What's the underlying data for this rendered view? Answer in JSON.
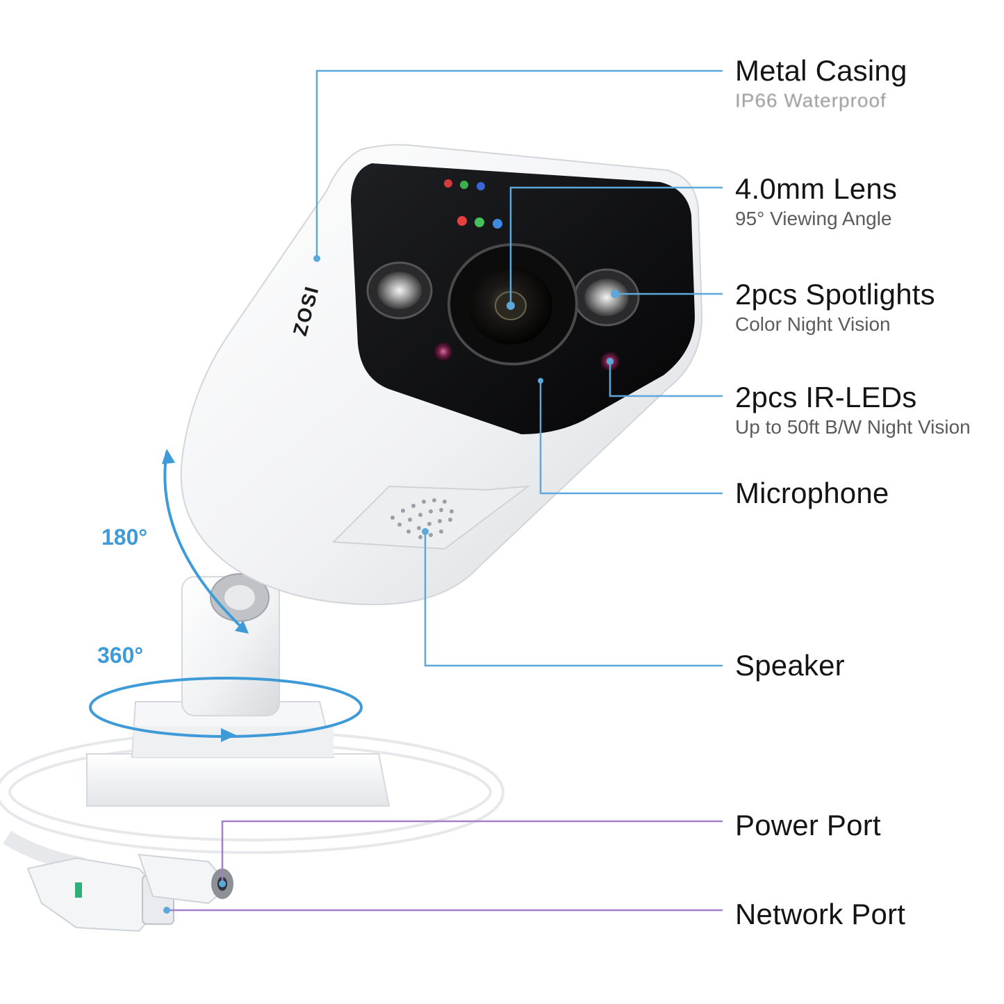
{
  "features": [
    {
      "id": "metal-casing",
      "title": "Metal Casing",
      "subtitle": "IP66 Waterproof"
    },
    {
      "id": "lens",
      "title": "4.0mm Lens",
      "subtitle": "95° Viewing Angle"
    },
    {
      "id": "spotlights",
      "title": "2pcs Spotlights",
      "subtitle": "Color Night Vision"
    },
    {
      "id": "ir-leds",
      "title": "2pcs IR-LEDs",
      "subtitle": "Up to 50ft B/W Night Vision"
    },
    {
      "id": "microphone",
      "title": "Microphone",
      "subtitle": ""
    },
    {
      "id": "speaker",
      "title": "Speaker",
      "subtitle": ""
    },
    {
      "id": "power-port",
      "title": "Power Port",
      "subtitle": ""
    },
    {
      "id": "network-port",
      "title": "Network Port",
      "subtitle": ""
    }
  ],
  "brand": "ZOSI",
  "rotation": {
    "tilt": "180°",
    "pan": "360°"
  },
  "colors": {
    "callout_line": "#5ca7dc",
    "callout_line_lower": "#a77fc7",
    "angle_text": "#3f9ad8"
  }
}
